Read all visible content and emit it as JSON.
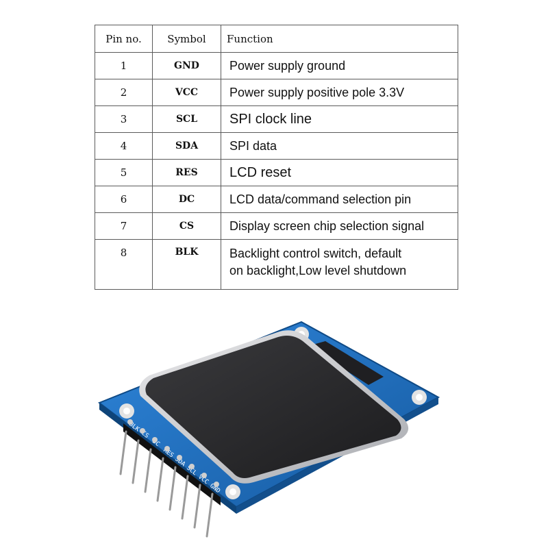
{
  "pin_table": {
    "headers": {
      "pin_no": "Pin no.",
      "symbol": "Symbol",
      "function": "Function"
    },
    "rows": [
      {
        "pin": "1",
        "symbol": "GND",
        "function": "Power supply ground"
      },
      {
        "pin": "2",
        "symbol": "VCC",
        "function": "Power supply positive pole 3.3V"
      },
      {
        "pin": "3",
        "symbol": "SCL",
        "function": "SPI clock line"
      },
      {
        "pin": "4",
        "symbol": "SDA",
        "function": "SPI data"
      },
      {
        "pin": "5",
        "symbol": "RES",
        "function": "LCD reset"
      },
      {
        "pin": "6",
        "symbol": "DC",
        "function": "LCD data/command selection pin"
      },
      {
        "pin": "7",
        "symbol": "CS",
        "function": "Display screen chip selection signal"
      },
      {
        "pin": "8",
        "symbol": "BLK",
        "function_line1": "Backlight control switch, default",
        "function_line2": "on backlight,Low level shutdown"
      }
    ]
  },
  "module": {
    "pcb_color": "#1e6fc4",
    "screen_color": "#2a2a2c",
    "pin_color": "#1a1a1a",
    "pad_labels": [
      "BLK",
      "CS",
      "DC",
      "RES",
      "SDA",
      "SCL",
      "VCC",
      "GND"
    ]
  }
}
